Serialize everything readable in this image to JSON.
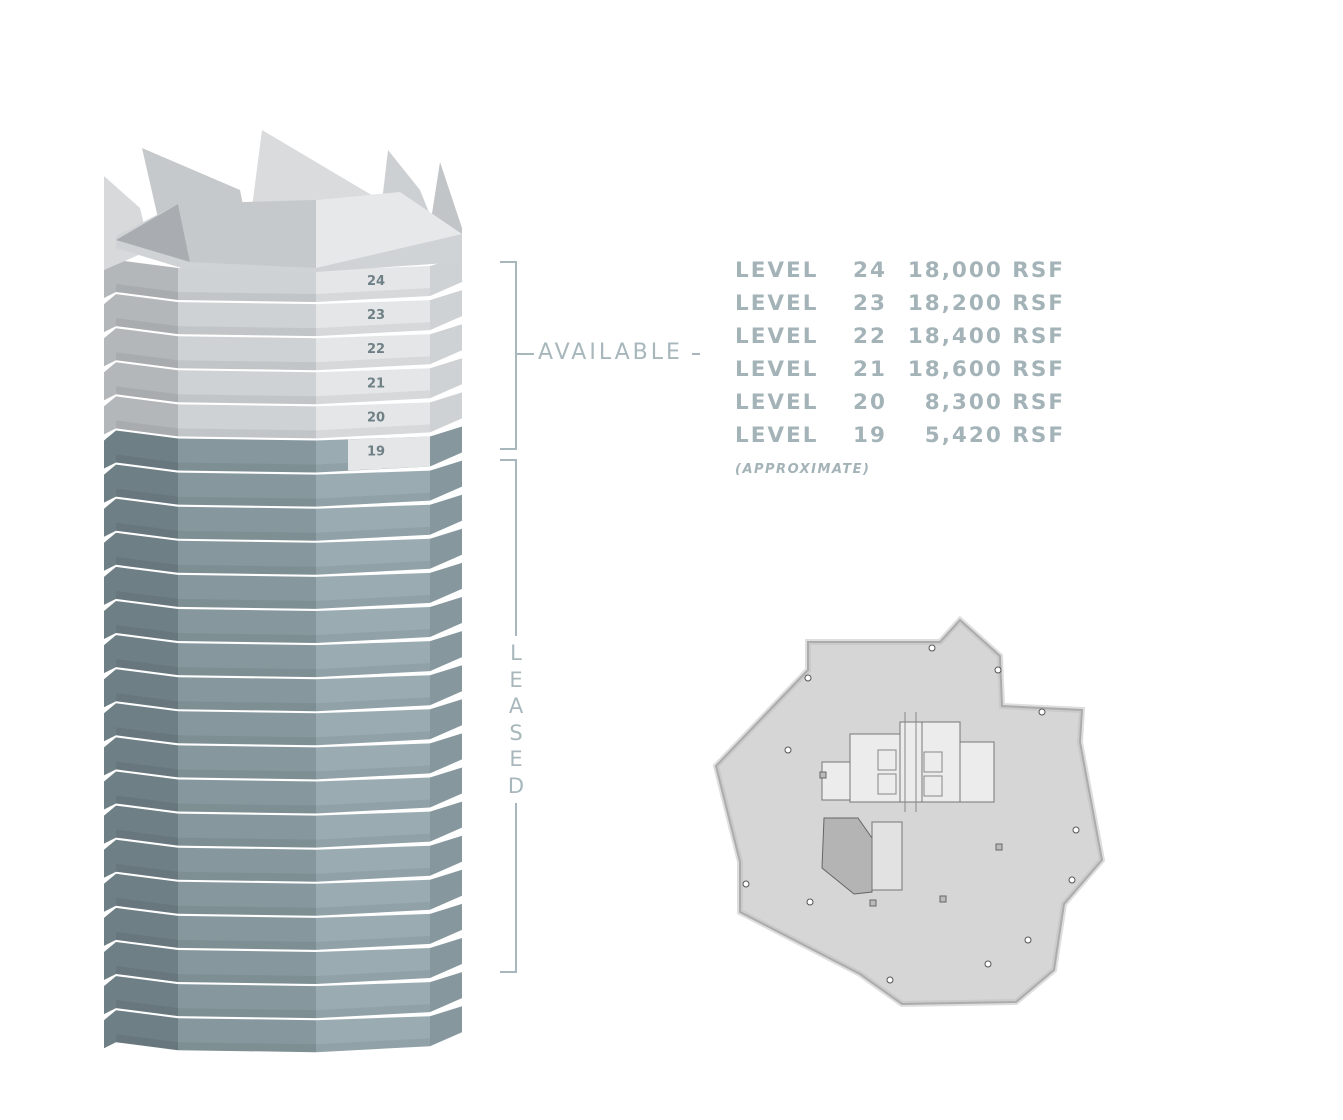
{
  "available_label": "AVAILABLE",
  "leased_letters": [
    "L",
    "E",
    "A",
    "S",
    "E",
    "D"
  ],
  "tower_level_labels": [
    "24",
    "23",
    "22",
    "21",
    "20",
    "19"
  ],
  "levels": [
    {
      "label": "LEVEL",
      "number": "24",
      "area": "18,000 RSF"
    },
    {
      "label": "LEVEL",
      "number": "23",
      "area": "18,200 RSF"
    },
    {
      "label": "LEVEL",
      "number": "22",
      "area": "18,400 RSF"
    },
    {
      "label": "LEVEL",
      "number": "21",
      "area": "18,600 RSF"
    },
    {
      "label": "LEVEL",
      "number": "20",
      "area": "8,300 RSF"
    },
    {
      "label": "LEVEL",
      "number": "19",
      "area": "5,420 RSF"
    }
  ],
  "approximate_note": "(APPROXIMATE)",
  "colors": {
    "available_light": "#e4e6e7",
    "available_mid": "#cfd2d4",
    "available_dark": "#b4b7ba",
    "leased_light": "#9aacb2",
    "leased_mid": "#86989e",
    "leased_dark": "#6e7f85",
    "label_text": "#a7b7bc",
    "floor_fill": "#d6d6d6"
  }
}
